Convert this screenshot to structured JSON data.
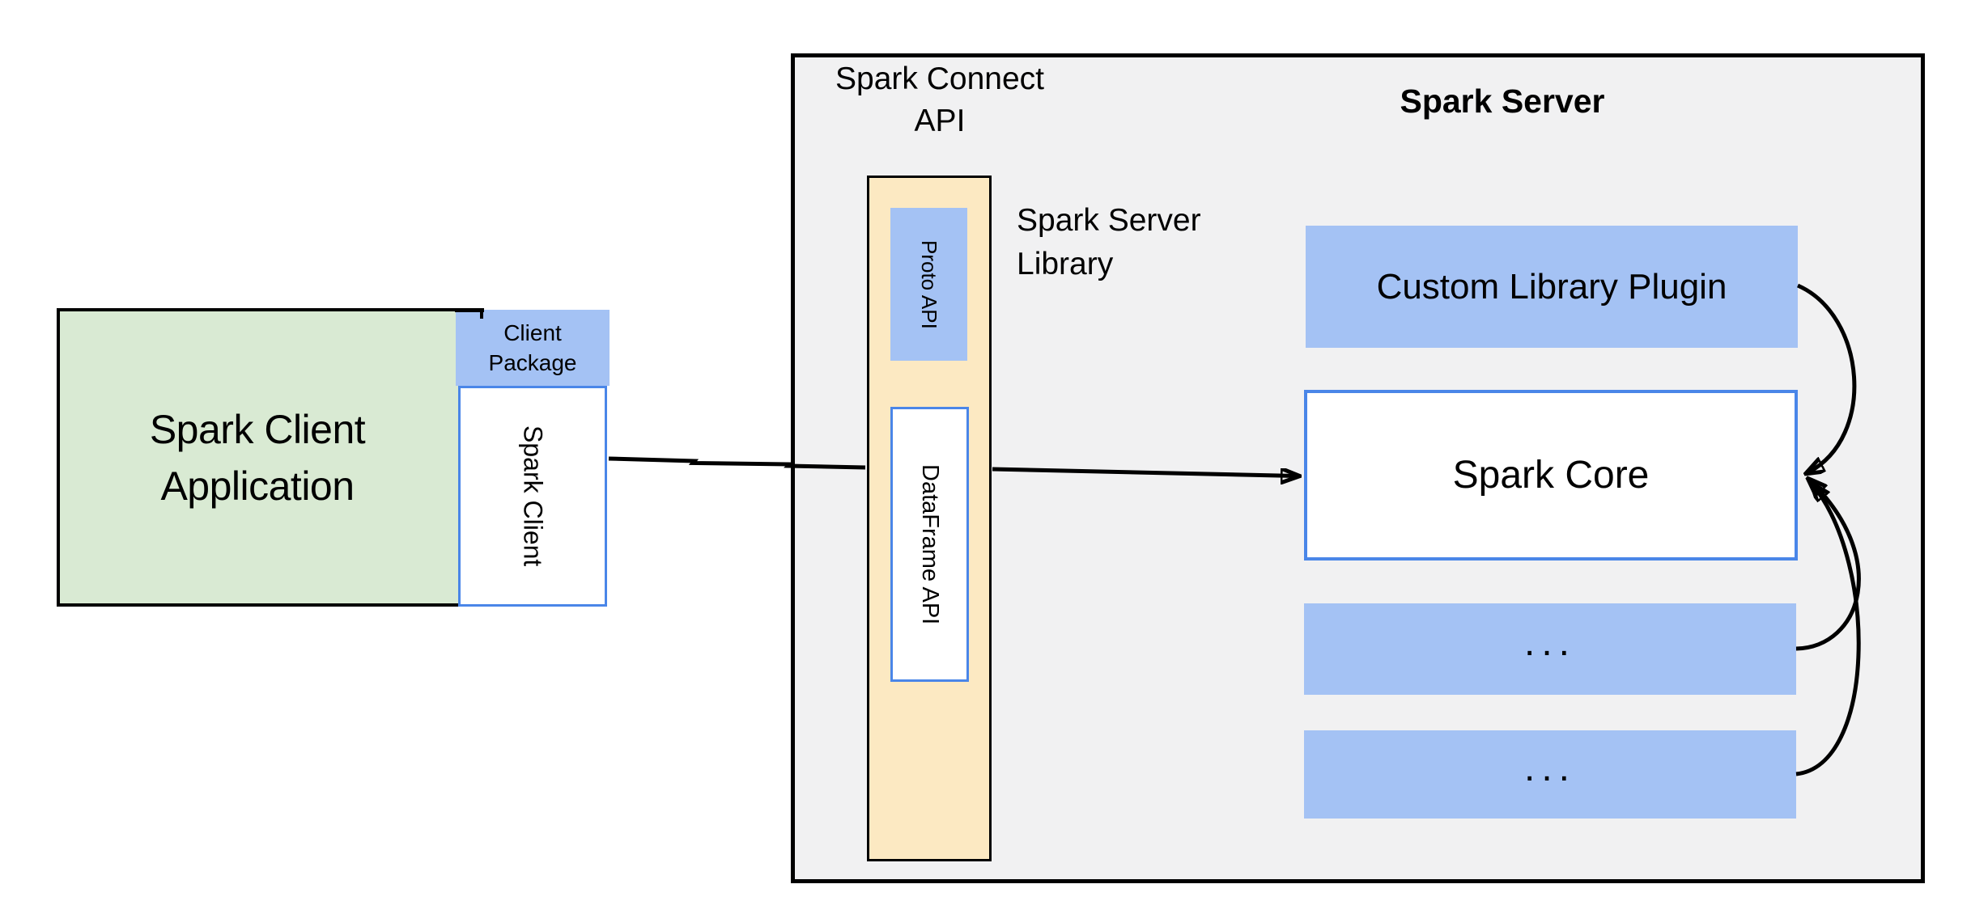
{
  "colors": {
    "green_fill": "#d9ead3",
    "blue_fill": "#a4c2f4",
    "cream_fill": "#fce9c2",
    "gray_fill": "#f1f1f2",
    "blue_border": "#4a86e8",
    "line_color": "#000000"
  },
  "client": {
    "app_label_line1": "Spark Client",
    "app_label_line2": "Application",
    "package_label_line1": "Client",
    "package_label_line2": "Package",
    "spark_client_label": "Spark Client"
  },
  "server": {
    "title": "Spark Server",
    "connect_api_line1": "Spark Connect",
    "connect_api_line2": "API",
    "proto_api_label": "Proto API",
    "dataframe_api_label": "DataFrame API",
    "library_label_line1": "Spark Server",
    "library_label_line2": "Library",
    "plugin_label": "Custom Library Plugin",
    "core_label": "Spark Core",
    "ellipsis_box1_label": "...",
    "ellipsis_box2_label": "..."
  }
}
